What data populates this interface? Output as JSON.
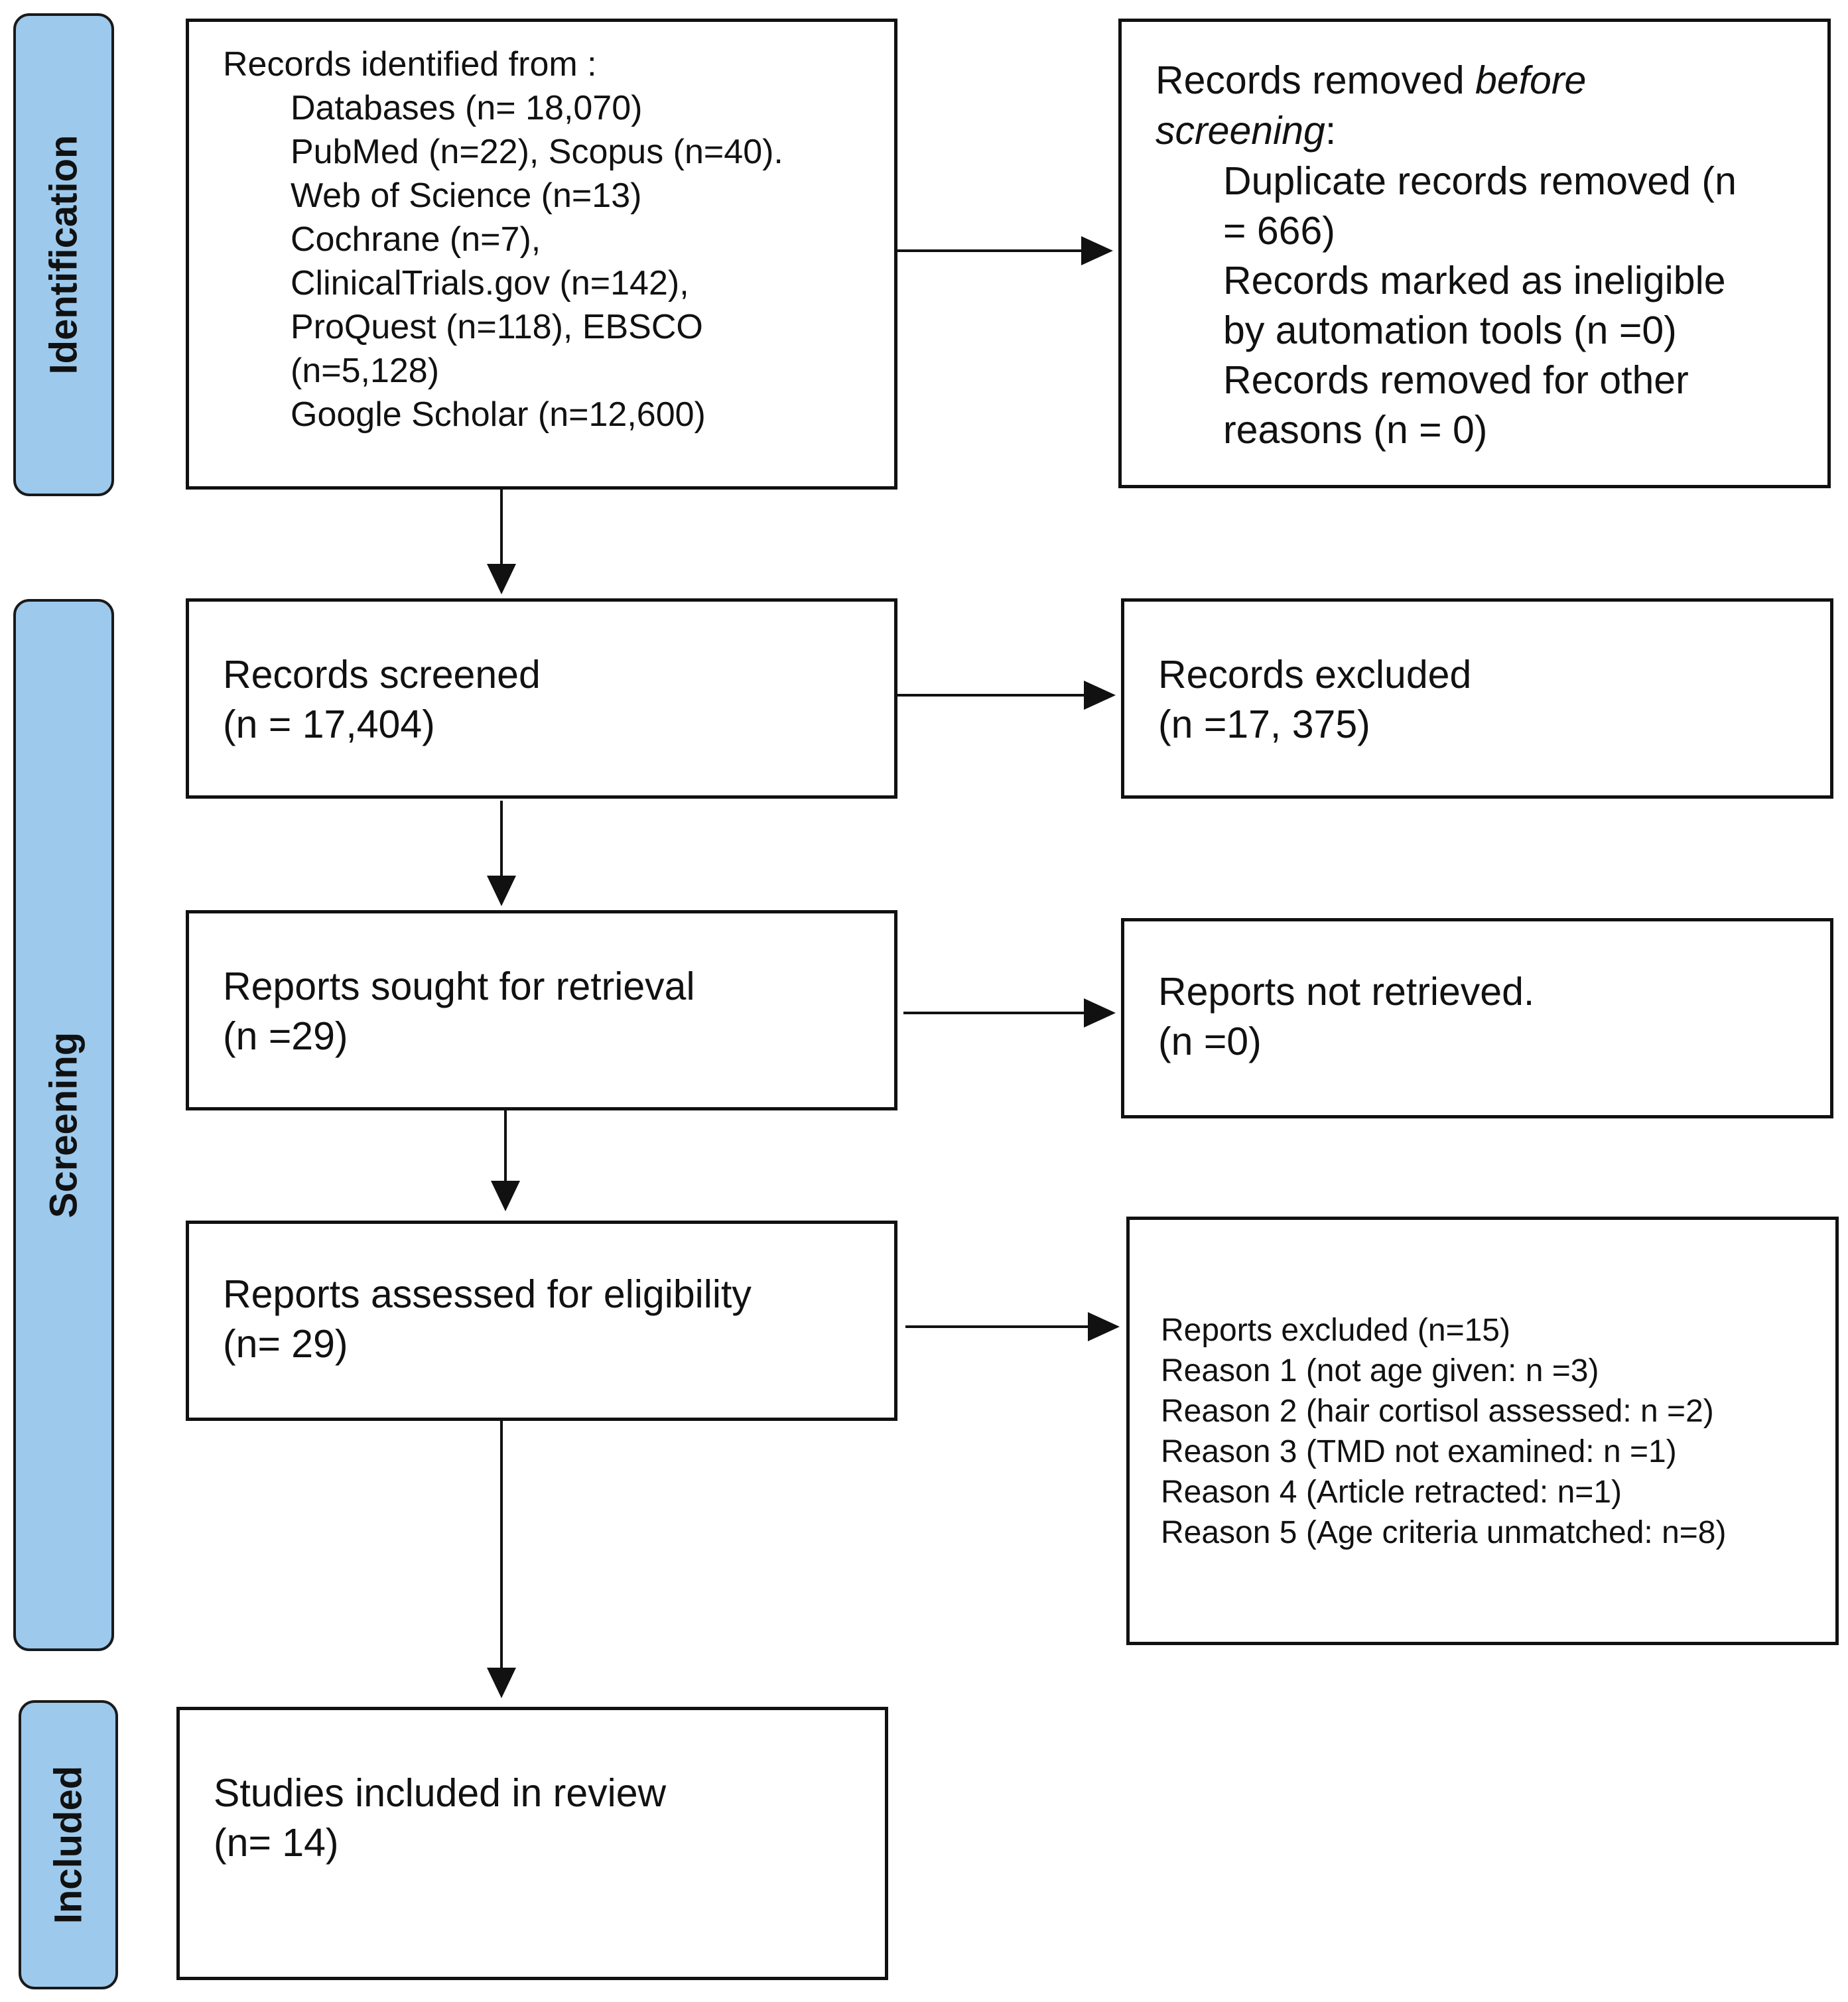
{
  "phases": {
    "identification": "Identification",
    "screening": "Screening",
    "included": "Included"
  },
  "identified": {
    "heading": "Records identified from :",
    "lines": [
      "Databases (n= 18,070)",
      "PubMed (n=22), Scopus (n=40).",
      "Web of Science (n=13)",
      "Cochrane (n=7),",
      "ClinicalTrials.gov (n=142),",
      "ProQuest (n=118), EBSCO",
      "(n=5,128)",
      "Google Scholar (n=12,600)"
    ]
  },
  "removed": {
    "heading_plain": "Records removed ",
    "heading_italic_1": "before",
    "heading_italic_2": "screening",
    "heading_colon": ":",
    "lines": [
      "Duplicate records removed (n",
      "= 666)",
      "Records marked as ineligible",
      "by automation tools (n =0)",
      "Records removed for other",
      "reasons (n = 0)"
    ]
  },
  "screened": {
    "line1": "Records screened",
    "line2": "(n = 17,404)"
  },
  "excluded": {
    "line1": "Records excluded",
    "line2": "(n =17, 375)"
  },
  "sought": {
    "line1": "Reports sought for retrieval",
    "line2": "(n =29)"
  },
  "not_retrieved": {
    "line1": "Reports not retrieved.",
    "line2": "(n =0)"
  },
  "assessed": {
    "line1": "Reports assessed for eligibility",
    "line2": "(n= 29)"
  },
  "reports_excluded": {
    "lines": [
      "Reports excluded (n=15)",
      "Reason 1 (not age given: n =3)",
      "Reason 2 (hair cortisol assessed: n =2)",
      "Reason 3 (TMD not examined: n =1)",
      "Reason 4 (Article retracted: n=1)",
      "Reason 5 (Age criteria unmatched: n=8)"
    ]
  },
  "included": {
    "line1": "Studies included in review",
    "line2": "(n= 14)"
  }
}
